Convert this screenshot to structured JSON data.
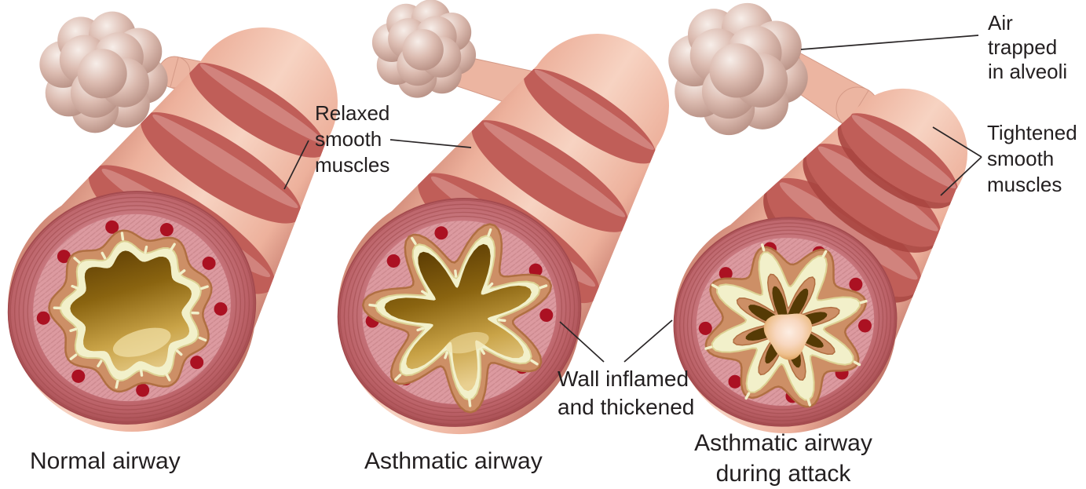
{
  "labels": {
    "relaxed": "Relaxed\nsmooth\nmuscles",
    "air_trapped": "Air trapped\nin alveoli",
    "tightened": "Tightened\nsmooth\nmuscles",
    "wall_inflamed": "Wall inflamed\nand thickened"
  },
  "captions": {
    "normal": "Normal airway",
    "asthmatic": "Asthmatic airway",
    "attack": "Asthmatic airway\nduring attack"
  },
  "colors": {
    "background": "#ffffff",
    "text": "#231f20",
    "leader_line": "#2a2627",
    "airway_tube": "#edb19c",
    "airway_tube_highlight": "#f7d3c2",
    "airway_tube_shadow": "#c97f6e",
    "muscle_band": "#c05e58",
    "muscle_band_dark": "#a84540",
    "muscle_band_sheen": "#d9938d",
    "face_rim": "#a44b4f",
    "face_inner": "#dc9aa0",
    "striation": "#9c4648",
    "blood_vessel": "#ab1122",
    "submucosa": "#cd8f66",
    "submucosa_outline": "#b06f42",
    "epithelium": "#f2f0ca",
    "epithelium_outline": "#dcd193",
    "lumen_dark": "#5e3e04",
    "lumen_light": "#e9d091",
    "mucus_light": "#fdeee3",
    "mucus_dark": "#d89a55",
    "alveoli_base": "#dcbcb1",
    "alveoli_highlight": "#f7eee9",
    "alveoli_shadow": "#b48c80"
  }
}
